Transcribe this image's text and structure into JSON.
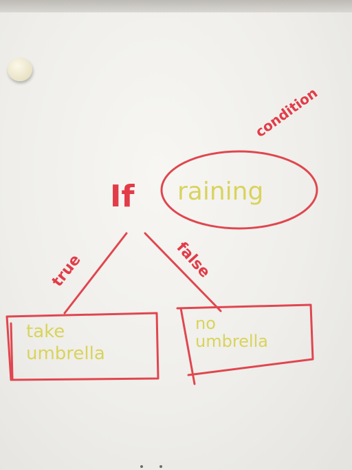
{
  "diagram": {
    "keyword": "If",
    "condition_label": "condition",
    "condition": "raining",
    "true_label": "true",
    "false_label": "false",
    "true_box": {
      "line1": "take",
      "line2": "umbrella"
    },
    "false_box": {
      "line1": "no",
      "line2": "umbrella"
    }
  },
  "colors": {
    "marker_red": "#e0464f",
    "marker_yellow": "#d9d35c",
    "board": "#efeeea"
  }
}
